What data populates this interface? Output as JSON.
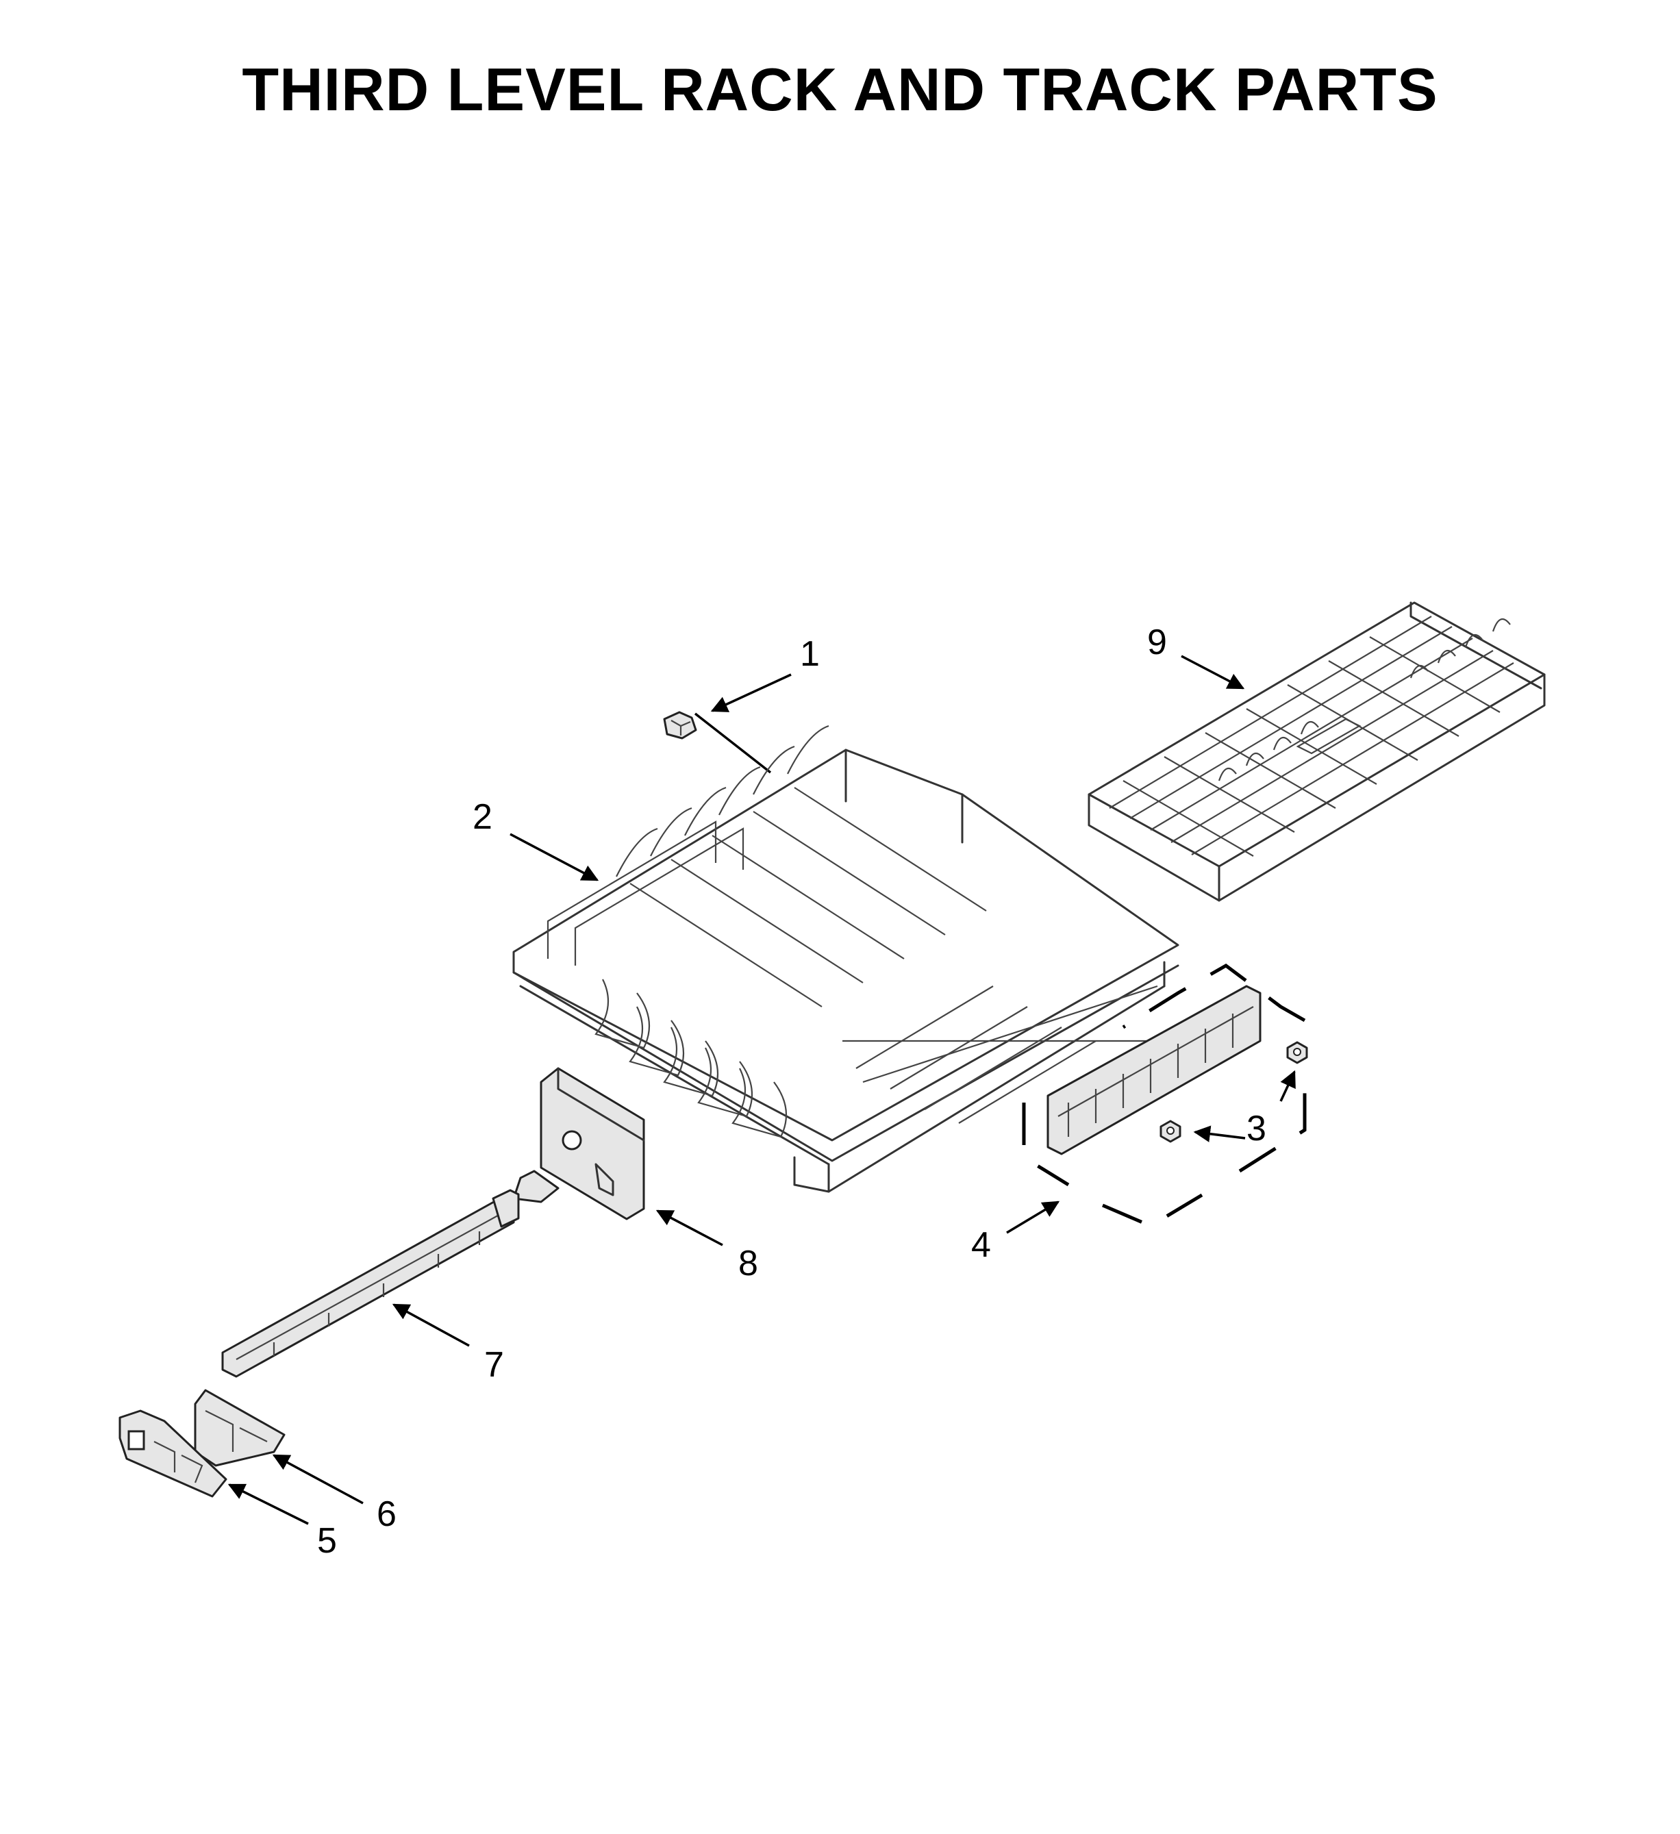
{
  "title": "THIRD LEVEL RACK AND TRACK PARTS",
  "callouts": [
    "1",
    "2",
    "3",
    "4",
    "5",
    "6",
    "7",
    "8",
    "9"
  ]
}
